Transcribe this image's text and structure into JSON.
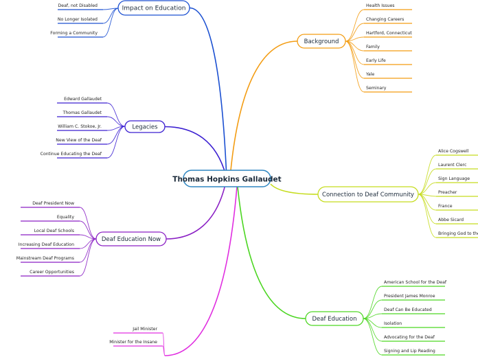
{
  "center": {
    "label": "Thomas Hopkins Gallaudet",
    "color": "#2e86c1"
  },
  "branches": [
    {
      "id": "impact",
      "label": "Impact on Education",
      "color": "#1a4fd1",
      "side": "left",
      "leaves": [
        "Deaf, not Disabled",
        "No Longer Isolated",
        "Forming a Community"
      ]
    },
    {
      "id": "legacies",
      "label": "Legacies",
      "color": "#3b1fd1",
      "side": "left",
      "leaves": [
        "Edward Gallaudet",
        "Thomas Gallaudet",
        "William C. Stokoe, Jr.",
        "New View of the Deaf",
        "Continue Educating the Deaf"
      ]
    },
    {
      "id": "deaf-ed-now",
      "label": "Deaf Education Now",
      "color": "#8a1fc4",
      "side": "left",
      "leaves": [
        "Deaf President Now",
        "Equality",
        "Local Deaf Schools",
        "Increasing Deaf Education",
        "Mainstream Deaf Programs",
        "Career Opportunities"
      ]
    },
    {
      "id": "ministry",
      "label": "",
      "color": "#e02ee0",
      "side": "left",
      "leaves": [
        "Jail Minister",
        "Minister for the Insane"
      ]
    },
    {
      "id": "background",
      "label": "Background",
      "color": "#f39c12",
      "side": "right",
      "leaves": [
        "Health Issues",
        "Changing Careers",
        "Hartford, Connecticut",
        "Family",
        "Early Life",
        "Yale",
        "Seminary"
      ]
    },
    {
      "id": "connection",
      "label": "Connection to Deaf Community",
      "color": "#c5dc1c",
      "side": "right",
      "leaves": [
        "Alice Cogswell",
        "Laurent Clerc",
        "Sign Language",
        "Preacher",
        "France",
        "Abbe Sicard",
        "Bringing God to the Deaf"
      ]
    },
    {
      "id": "deaf-education",
      "label": "Deaf Education",
      "color": "#4cd622",
      "side": "right",
      "leaves": [
        "American School for the Deaf",
        "President James Monroe",
        "Deaf Can Be Educated",
        "Isolation",
        "Advocating for the Deaf",
        "Signing and Lip Reading"
      ]
    }
  ]
}
